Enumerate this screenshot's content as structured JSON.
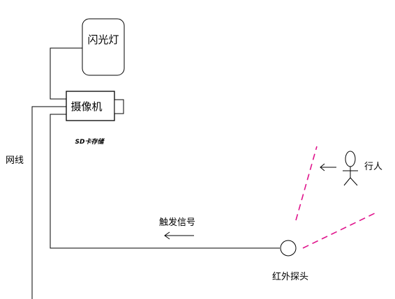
{
  "labels": {
    "flash": "闪光灯",
    "camera": "摄像机",
    "sd_storage": "SD卡存储",
    "network_cable": "网线",
    "pedestrian": "行人",
    "trigger_signal": "触发信号",
    "ir_probe": "红外探头"
  },
  "colors": {
    "line": "#000000",
    "beam": "#e0148c",
    "background": "#ffffff"
  },
  "icons": {
    "pedestrian": "stick-figure-icon",
    "probe": "circle-sensor-icon",
    "arrow": "arrow-left-icon"
  }
}
